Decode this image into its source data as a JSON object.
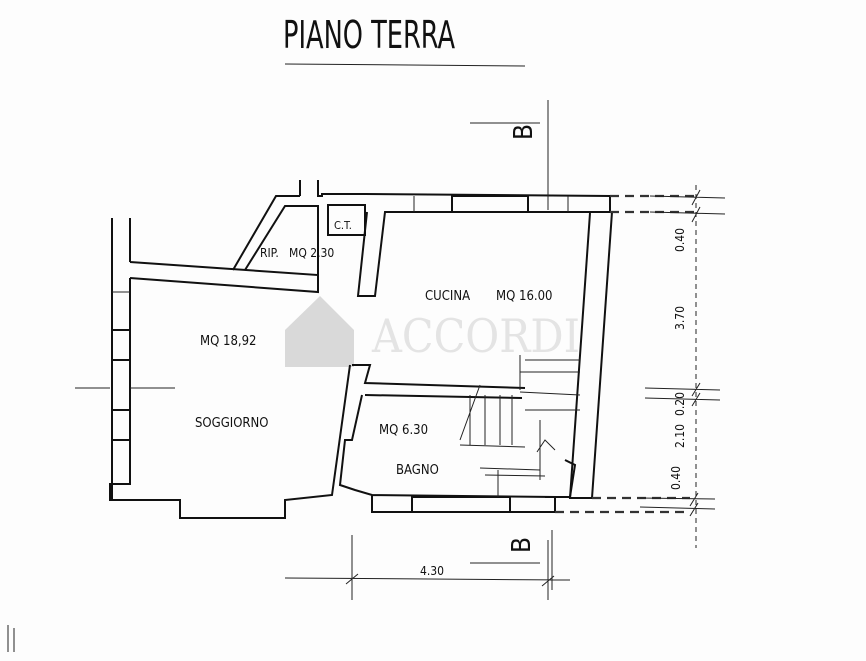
{
  "title": "PIANO TERRA",
  "rooms": {
    "soggiorno": {
      "name": "SOGGIORNO",
      "area": "MQ 18,92"
    },
    "cucina": {
      "name": "CUCINA",
      "area": "MQ 16.00"
    },
    "ripostiglio": {
      "name": "RIP.",
      "area": "MQ 2.30"
    },
    "bagno": {
      "name": "BAGNO",
      "area": "MQ 6.30"
    },
    "ct": {
      "name": "C.T."
    }
  },
  "section_marks": {
    "top": "B",
    "bottom": "B"
  },
  "dimensions": {
    "vertical": [
      "0.40",
      "3.70",
      "0.20",
      "2.10",
      "0.40"
    ],
    "horizontal": "4.30"
  },
  "watermark": "ACCORDI",
  "colors": {
    "ink": "#111111",
    "watermark": "#c8c8c8"
  }
}
